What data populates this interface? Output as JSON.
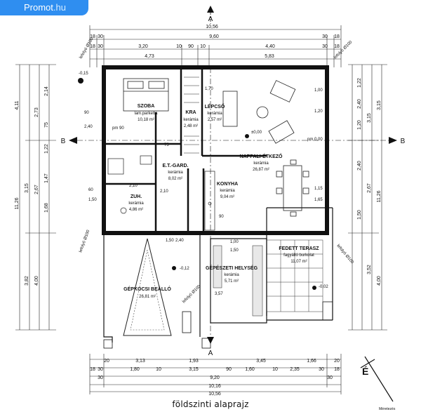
{
  "watermark": {
    "brand": "Promot",
    "domain": ".hu"
  },
  "caption": "földszinti alaprajz",
  "rooms": [
    {
      "key": "szoba",
      "name": "SZOBA",
      "floor": "lam.parketta",
      "area": "10,18 m²"
    },
    {
      "key": "kra",
      "name": "KRA",
      "floor": "kerámia",
      "area": "2,48 m²"
    },
    {
      "key": "lepcso",
      "name": "LÉPCSŐ",
      "floor": "kerámia",
      "area": "2,57 m²"
    },
    {
      "key": "nappali",
      "name": "NAPPALI-ÉTKEZŐ",
      "floor": "kerámia",
      "area": "26,87 m²"
    },
    {
      "key": "etgard",
      "name": "E.T.-GARD.",
      "floor": "kerámia",
      "area": "8,02 m²"
    },
    {
      "key": "konyha",
      "name": "KONYHA",
      "floor": "kerámia",
      "area": "9,04 m²"
    },
    {
      "key": "zuh",
      "name": "ZUH.",
      "floor": "kerámia",
      "area": "4,86 m²"
    },
    {
      "key": "fedett",
      "name": "FEDETT TERASZ",
      "floor": "fagyálló burkolat",
      "area": "11,07 m²"
    },
    {
      "key": "gepeszeti",
      "name": "GÉPÉSZETI HELYSÉG",
      "floor": "kerámia",
      "area": "5,71 m²"
    },
    {
      "key": "gepkocsi",
      "name": "GÉPKOCSI BEÁLLÓ",
      "floor": "",
      "area": "26,81 m²"
    }
  ],
  "levels": {
    "zero": "±0,00",
    "garage": "-0,12",
    "terrace": "-0,02",
    "entry": "-0,15"
  },
  "section_labels": {
    "a": "A",
    "b": "B"
  },
  "dims_top": {
    "overall": "10,56",
    "row1": [
      "18",
      "30",
      "9,60",
      "30",
      "18"
    ],
    "row2": [
      "18",
      "30",
      "3,20",
      "10",
      "90",
      "10",
      "4,40",
      "30",
      "18"
    ],
    "row3": [
      "4,73",
      "5,83"
    ]
  },
  "dims_bottom": {
    "row1": [
      "20",
      "3,13",
      "1,93",
      "3,45",
      "1,66",
      "20"
    ],
    "row2": [
      "18",
      "30",
      "1,80",
      "10",
      "3,15",
      "90",
      "1,60",
      "10",
      "2,35",
      "30",
      "18"
    ],
    "row3": [
      "30",
      "9,20",
      "30"
    ],
    "row4": [
      "10,16"
    ],
    "row5": [
      "10,56"
    ]
  },
  "dims_left": [
    "4,11",
    "11,26",
    "3,15",
    "3,82",
    "4,00",
    "2,14",
    "2,73",
    "2,67",
    "1,68",
    "75",
    "1,22",
    "1,47"
  ],
  "dims_right": [
    "3,15",
    "11,26",
    "3,52",
    "4,00",
    "1,22",
    "2,40",
    "3,15",
    "1,20",
    "1,50",
    "2,67",
    "2,40"
  ],
  "dims_inner": [
    "90",
    "2,40",
    "1,70",
    "1,00",
    "1,50",
    "2,10",
    "60",
    "1,50",
    "90",
    "3,57",
    "1,50",
    "2,40",
    "2,10",
    "75",
    "1,00",
    "1,20",
    "1,15",
    "1,65",
    "pm 0,00",
    "pm 90"
  ],
  "notes": [
    "lefolyó Ø100",
    "lefolyó Ø100",
    "lefolyó Ø100",
    "lefolyó Ø100",
    "lefolyó Ø100"
  ],
  "north_mark": "É",
  "stamp": "Méretezés"
}
